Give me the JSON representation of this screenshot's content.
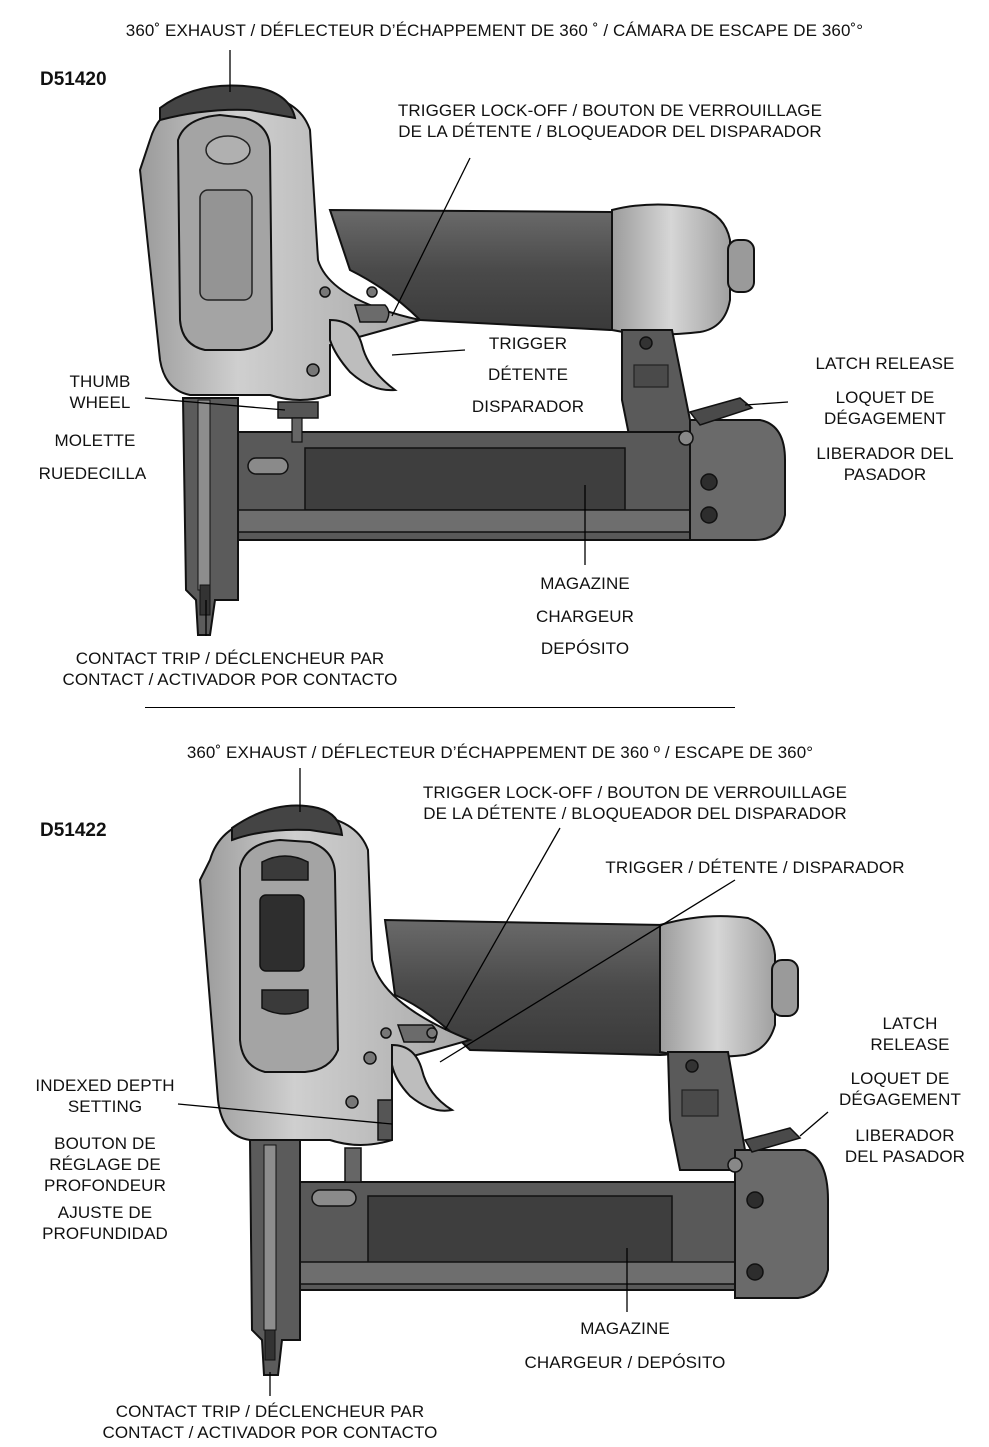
{
  "top_diagram": {
    "model": "D51420",
    "exhaust_label": "360˚ EXHAUST / DÉFLECTEUR D’ÉCHAPPEMENT DE 360 ˚ / CÁMARA DE ESCAPE DE 360˚°",
    "trigger_lock_label": "TRIGGER LOCK-OFF / BOUTON DE VERROUILLAGE\nDE LA DÉTENTE / BLOQUEADOR DEL DISPARADOR",
    "trigger_label": "TRIGGER",
    "trigger_fr": "DÉTENTE",
    "trigger_es": "DISPARADOR",
    "thumb_wheel_label": "THUMB\nWHEEL",
    "thumb_wheel_fr": "MOLETTE",
    "thumb_wheel_es": "RUEDECILLA",
    "latch_label": "LATCH RELEASE",
    "latch_fr": "LOQUET DE\nDÉGAGEMENT",
    "latch_es": "LIBERADOR DEL\nPASADOR",
    "magazine_label": "MAGAZINE",
    "magazine_fr": "CHARGEUR",
    "magazine_es": "DEPÓSITO",
    "contact_trip_label": "CONTACT TRIP / DÉCLENCHEUR PAR\nCONTACT / ACTIVADOR POR CONTACTO"
  },
  "bottom_diagram": {
    "model": "D51422",
    "exhaust_label": "360˚ EXHAUST / DÉFLECTEUR D’ÉCHAPPEMENT DE 360 º / ESCAPE DE 360°",
    "trigger_lock_label": "TRIGGER LOCK-OFF / BOUTON DE VERROUILLAGE\nDE LA DÉTENTE / BLOQUEADOR DEL DISPARADOR",
    "trigger_label": "TRIGGER / DÉTENTE / DISPARADOR",
    "latch_label": "LATCH\nRELEASE",
    "latch_fr": "LOQUET DE\nDÉGAGEMENT",
    "latch_es": "LIBERADOR\nDEL PASADOR",
    "depth_label": "INDEXED DEPTH\nSETTING",
    "depth_fr": "BOUTON DE\nRÉGLAGE DE\nPROFONDEUR",
    "depth_es": "AJUSTE DE\nPROFUNDIDAD",
    "magazine_label": "MAGAZINE",
    "magazine_fr_es": "CHARGEUR / DEPÓSITO",
    "contact_trip_label": "CONTACT TRIP / DÉCLENCHEUR PAR\nCONTACT / ACTIVADOR POR CONTACTO"
  },
  "colors": {
    "body_light": "#bdbdbd",
    "body_mid": "#8e8e8e",
    "body_dark": "#585858",
    "body_darker": "#3a3a3a",
    "outline": "#111111"
  }
}
